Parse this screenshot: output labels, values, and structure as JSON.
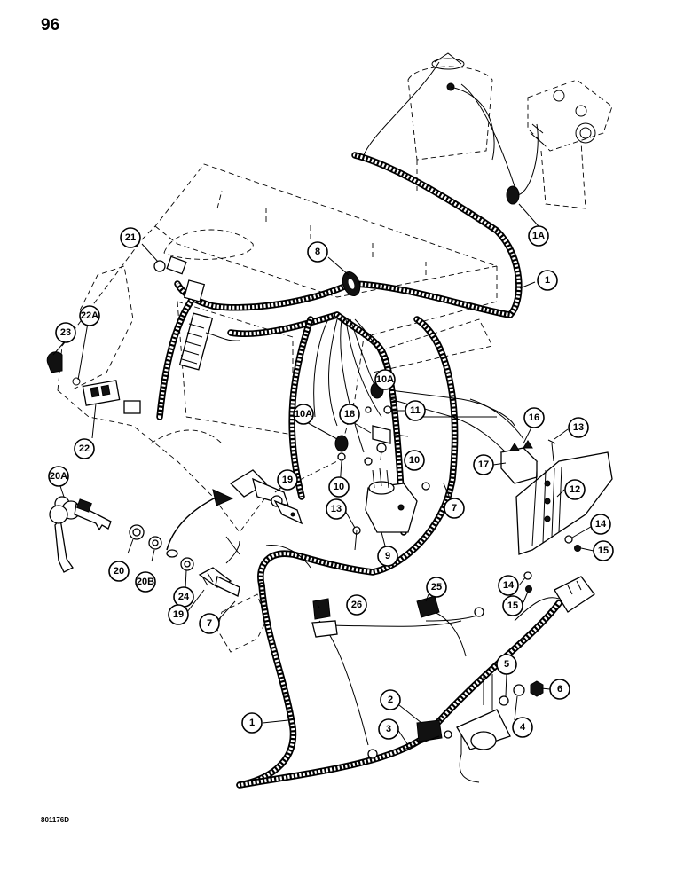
{
  "page_number": "96",
  "figure_code": "801176D",
  "callouts": [
    {
      "id": "c1a",
      "label": "1A"
    },
    {
      "id": "c1_top",
      "label": "1"
    },
    {
      "id": "c8",
      "label": "8"
    },
    {
      "id": "c21",
      "label": "21"
    },
    {
      "id": "c22a",
      "label": "22A"
    },
    {
      "id": "c23",
      "label": "23"
    },
    {
      "id": "c22",
      "label": "22"
    },
    {
      "id": "c10a_top",
      "label": "10A"
    },
    {
      "id": "c11",
      "label": "11"
    },
    {
      "id": "c10a_left",
      "label": "10A"
    },
    {
      "id": "c18",
      "label": "18"
    },
    {
      "id": "c10_right",
      "label": "10"
    },
    {
      "id": "c16",
      "label": "16"
    },
    {
      "id": "c13_right",
      "label": "13"
    },
    {
      "id": "c17",
      "label": "17"
    },
    {
      "id": "c12",
      "label": "12"
    },
    {
      "id": "c10_left",
      "label": "10"
    },
    {
      "id": "c19_top",
      "label": "19"
    },
    {
      "id": "c7_right",
      "label": "7"
    },
    {
      "id": "c13_left",
      "label": "13"
    },
    {
      "id": "c9",
      "label": "9"
    },
    {
      "id": "c14_right",
      "label": "14"
    },
    {
      "id": "c15_right",
      "label": "15"
    },
    {
      "id": "c14_left",
      "label": "14"
    },
    {
      "id": "c15_left",
      "label": "15"
    },
    {
      "id": "c20a",
      "label": "20A"
    },
    {
      "id": "c20",
      "label": "20"
    },
    {
      "id": "c20b",
      "label": "20B"
    },
    {
      "id": "c24",
      "label": "24"
    },
    {
      "id": "c19_bottom",
      "label": "19"
    },
    {
      "id": "c7_left",
      "label": "7"
    },
    {
      "id": "c26",
      "label": "26"
    },
    {
      "id": "c25",
      "label": "25"
    },
    {
      "id": "c5",
      "label": "5"
    },
    {
      "id": "c6",
      "label": "6"
    },
    {
      "id": "c4",
      "label": "4"
    },
    {
      "id": "c2",
      "label": "2"
    },
    {
      "id": "c3",
      "label": "3"
    },
    {
      "id": "c1_bottom",
      "label": "1"
    }
  ]
}
